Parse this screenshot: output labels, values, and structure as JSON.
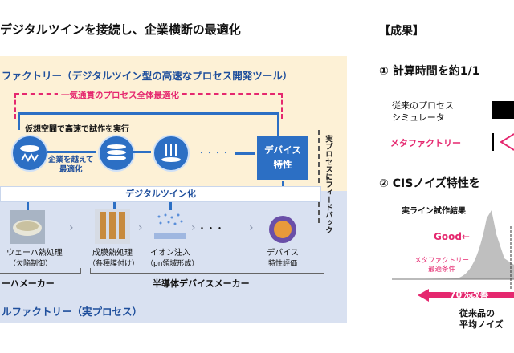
{
  "header": {
    "title": "デジタルツインを接続し、企業横断の最適化",
    "results_label": "【成果】"
  },
  "metafactory": {
    "heading": "ファクトリー（デジタルツイン型の高速なプロセス開発ツール）",
    "whole_process_opt": "一気通貫のプロセス全体最適化",
    "virtual_trial": "仮想空間で高速で試作を実行",
    "cross_company": [
      "企業を越えて",
      "最適化"
    ],
    "device_box": [
      "デバイス",
      "特性"
    ],
    "feedback": "実プロセスにフィードバック",
    "digital_twin": "デジタルツイン化"
  },
  "real_factory": {
    "steps": [
      {
        "name": "ウェーハ熱処理",
        "sub": "（欠陥制御）"
      },
      {
        "name": "成膜熱処理",
        "sub": "（各種膜付け）"
      },
      {
        "name": "イオン注入",
        "sub": "（pn領域形成）"
      },
      {
        "name": "デバイス",
        "sub": "特性評価"
      }
    ],
    "ellipsis": "・・・",
    "maker_left": "ーハメーカー",
    "maker_right": "半導体デバイスメーカー",
    "footer": "ルファクトリー（実プロセス）"
  },
  "results": {
    "item1": "① 計算時間を約1/1",
    "conventional": [
      "従来のプロセス",
      "シミュレータ"
    ],
    "metafactory_label": "メタファクトリー",
    "item2": "② CISノイズ特性を",
    "trial_result": "実ライン試作結果",
    "good": "Good←",
    "meta_optimal": [
      "メタファクトリー",
      "最適条件"
    ],
    "improvement": "70%改善",
    "conventional_avg": [
      "従来品の",
      "平均ノイズ"
    ]
  },
  "colors": {
    "accent_blue": "#2c6fc4",
    "accent_pink": "#e5286f",
    "panel_top": "#fdf1d6",
    "panel_bottom": "#d9e1f1"
  }
}
